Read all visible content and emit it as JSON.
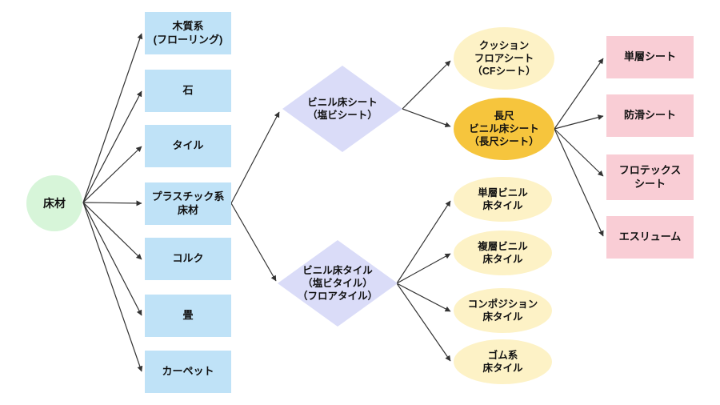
{
  "diagram": {
    "title": "",
    "root": {
      "label": "床材"
    },
    "level1_categories": [
      {
        "label": "木質系\n(フローリング)"
      },
      {
        "label": "石"
      },
      {
        "label": "タイル"
      },
      {
        "label": "プラスチック系\n床材"
      },
      {
        "label": "コルク"
      },
      {
        "label": "畳"
      },
      {
        "label": "カーペット"
      }
    ],
    "level2_decisions": [
      {
        "label": "ビニル床シート\n（塩ビシート）"
      },
      {
        "label": "ビニル床タイル\n（塩ビタイル）\n（フロアタイル）"
      }
    ],
    "level3_sheet_subtypes": [
      {
        "label": "クッション\nフロアシート\n（CFシート）",
        "highlight": false
      },
      {
        "label": "長尺\nビニル床シート\n（長尺シート）",
        "highlight": true
      }
    ],
    "level3_tile_subtypes": [
      {
        "label": "単層ビニル\n床タイル"
      },
      {
        "label": "複層ビニル\n床タイル"
      },
      {
        "label": "コンポジション\n床タイル"
      },
      {
        "label": "ゴム系\n床タイル"
      }
    ],
    "level4_products": [
      {
        "label": "単層シート"
      },
      {
        "label": "防滑シート"
      },
      {
        "label": "フロテックス\nシート"
      },
      {
        "label": "エスリューム"
      }
    ],
    "colors": {
      "root": "#d7f5d9",
      "category": "#bfe2f7",
      "decision": "#dadcf8",
      "subtype": "#fdf2c6",
      "subtype_highlight": "#f6c53d",
      "product": "#f9cdd5",
      "arrow": "#333333"
    }
  }
}
